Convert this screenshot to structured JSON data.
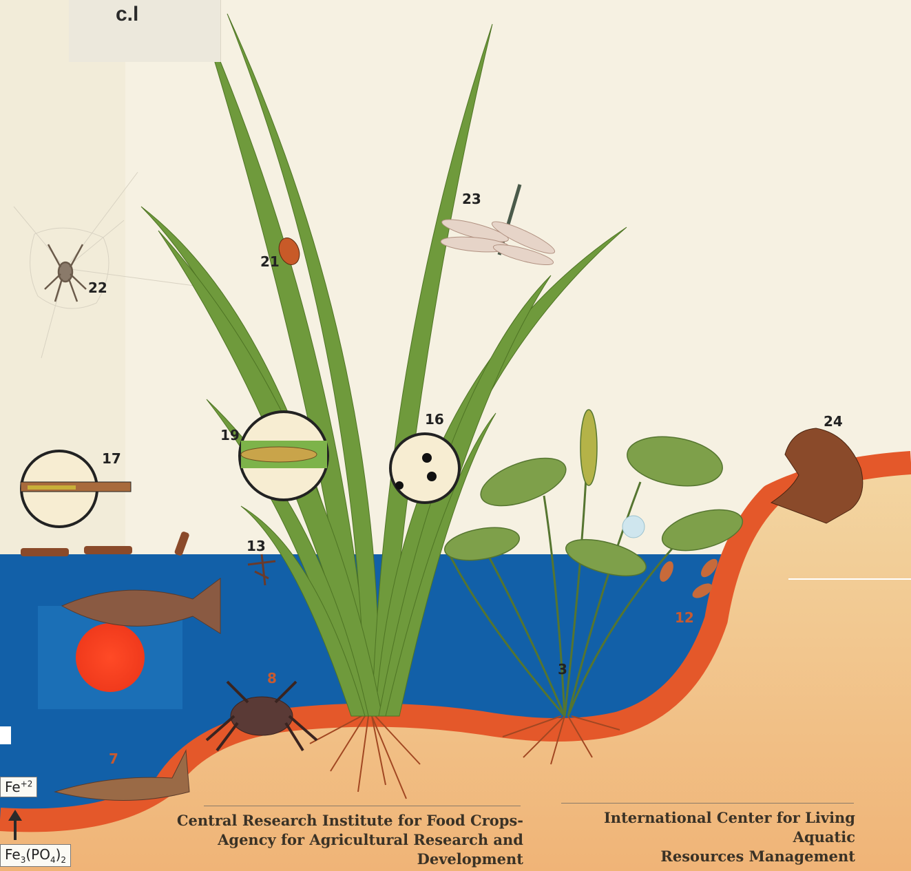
{
  "tag": {
    "label": "c.l"
  },
  "labels": {
    "n3": "3",
    "n7": "7",
    "n8": "8",
    "n12": "12",
    "n13": "13",
    "n16": "16",
    "n17": "17",
    "n19": "19",
    "n21": "21",
    "n22": "22",
    "n23": "23",
    "n24": "24"
  },
  "chemistry": {
    "ion_base": "Fe",
    "ion_charge": "+2",
    "compound_base": "Fe",
    "compound_sub1": "3",
    "compound_mid": "(PO",
    "compound_sub2": "4",
    "compound_end": ")",
    "compound_sub3": "2"
  },
  "credits": {
    "left_line1": "Central Research Institute for Food Crops-",
    "left_line2": "Agency for Agricultural Research and Development",
    "right_line1": "International Center for Living Aquatic",
    "right_line2": "Resources Management"
  },
  "colors": {
    "water": "#1260a8",
    "soil": "#e4582a",
    "sand": "#f4c98a",
    "leaf": "#6f9a3c",
    "paper": "#f6f1e2"
  }
}
